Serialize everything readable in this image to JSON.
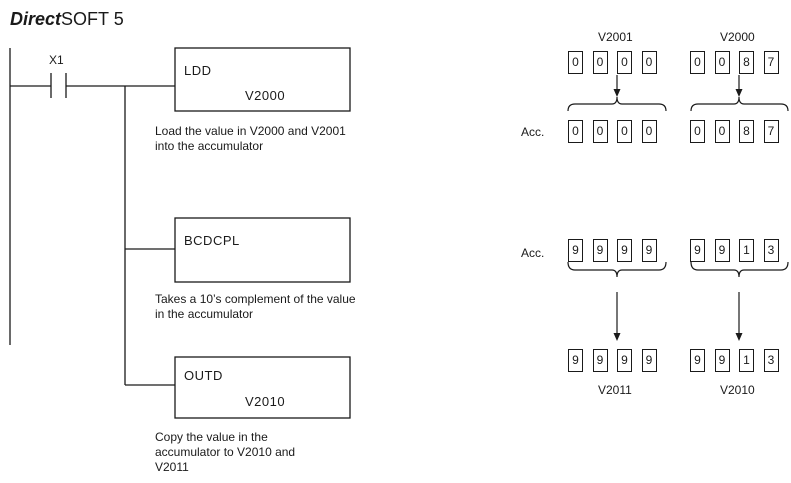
{
  "title": {
    "brand_bold": "Direct",
    "brand_rest": "SOFT 5"
  },
  "ladder": {
    "contact_label": "X1",
    "instructions": [
      {
        "mnemonic": "LDD",
        "operand": "V2000",
        "description": "Load the value in V2000 and V2001 into the accumulator"
      },
      {
        "mnemonic": "BCDCPL",
        "operand": "",
        "description": "Takes a 10’s complement of the value in the accumulator"
      },
      {
        "mnemonic": "OUTD",
        "operand": "V2010",
        "description": "Copy the value in the accumulator to V2010 and V2011"
      }
    ]
  },
  "registers": {
    "top_labels": [
      "V2001",
      "V2000"
    ],
    "top": [
      [
        "0",
        "0",
        "0",
        "0"
      ],
      [
        "0",
        "0",
        "8",
        "7"
      ]
    ],
    "acc_label": "Acc.",
    "acc1": [
      [
        "0",
        "0",
        "0",
        "0"
      ],
      [
        "0",
        "0",
        "8",
        "7"
      ]
    ],
    "acc2": [
      [
        "9",
        "9",
        "9",
        "9"
      ],
      [
        "9",
        "9",
        "1",
        "3"
      ]
    ],
    "bottom": [
      [
        "9",
        "9",
        "9",
        "9"
      ],
      [
        "9",
        "9",
        "1",
        "3"
      ]
    ],
    "bottom_labels": [
      "V2011",
      "V2010"
    ]
  }
}
